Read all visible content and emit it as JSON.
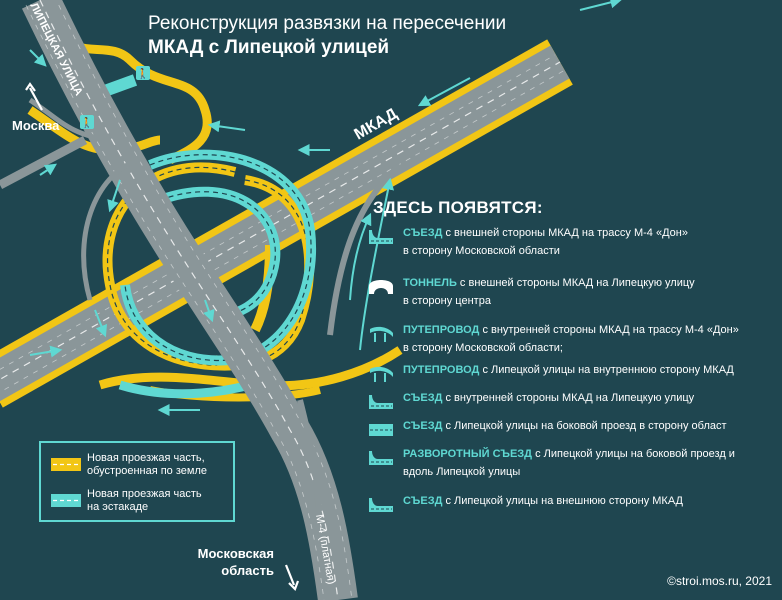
{
  "title": {
    "line1": "Реконструкция развязки на пересечении",
    "line2": "МКАД с Липецкой улицей"
  },
  "map_labels": {
    "lipetskaya": "ЛИПЕЦКАЯ УЛИЦА",
    "moskva": "Москва",
    "mkad": "МКАД",
    "m4": "М-4 (платная)",
    "moscow_region_line1": "Московская",
    "moscow_region_line2": "область"
  },
  "section_title": "ЗДЕСЬ ПОЯВЯТСЯ:",
  "items": [
    {
      "icon": "exit-ramp-icon",
      "keyword": "СЪЕЗД",
      "text1": " с внешней стороны МКАД на трассу М-4 «Дон»",
      "text2": "в сторону Московской области"
    },
    {
      "icon": "tunnel-icon",
      "keyword": "ТОННЕЛЬ",
      "text1": " с внешней стороны МКАД на Липецкую улицу",
      "text2": "в сторону центра"
    },
    {
      "icon": "overpass-icon",
      "keyword": "ПУТЕПРОВОД",
      "text1": " с внутренней стороны МКАД на трассу М-4 «Дон»",
      "text2": "в сторону Московской области;"
    },
    {
      "icon": "overpass-icon",
      "keyword": "ПУТЕПРОВОД",
      "text1": " с Липецкой улицы на внутреннюю сторону МКАД",
      "text2": ""
    },
    {
      "icon": "exit-ramp-icon",
      "keyword": "СЪЕЗД",
      "text1": " с внутренней стороны МКАД на Липецкую улицу",
      "text2": ""
    },
    {
      "icon": "road-icon",
      "keyword": "СЪЕЗД",
      "text1": " с Липецкой улицы на боковой проезд в сторону област",
      "text2": ""
    },
    {
      "icon": "u-turn-ramp-icon",
      "keyword": "РАЗВОРОТНЫЙ СЪЕЗД",
      "text1": " с Липецкой улицы на боковой проезд  и",
      "text2": "вдоль Липецкой улицы"
    },
    {
      "icon": "exit-ramp-icon",
      "keyword": "СЪЕЗД",
      "text1": " с Липецкой улицы на внешнюю сторону МКАД",
      "text2": ""
    }
  ],
  "legend": [
    {
      "color": "#f2c615",
      "line1": "Новая проезжая часть,",
      "line2": "обустроенная по земле"
    },
    {
      "color": "#5fd8d2",
      "line1": "Новая проезжая часть",
      "line2": "на эстакаде"
    }
  ],
  "copyright": "©stroi.mos.ru, 2021",
  "colors": {
    "background": "#1f4650",
    "ground_road": "#f2c615",
    "overpass_road": "#5fd8d2",
    "existing_road": "#8a9699",
    "keyword": "#5fd8d2"
  }
}
